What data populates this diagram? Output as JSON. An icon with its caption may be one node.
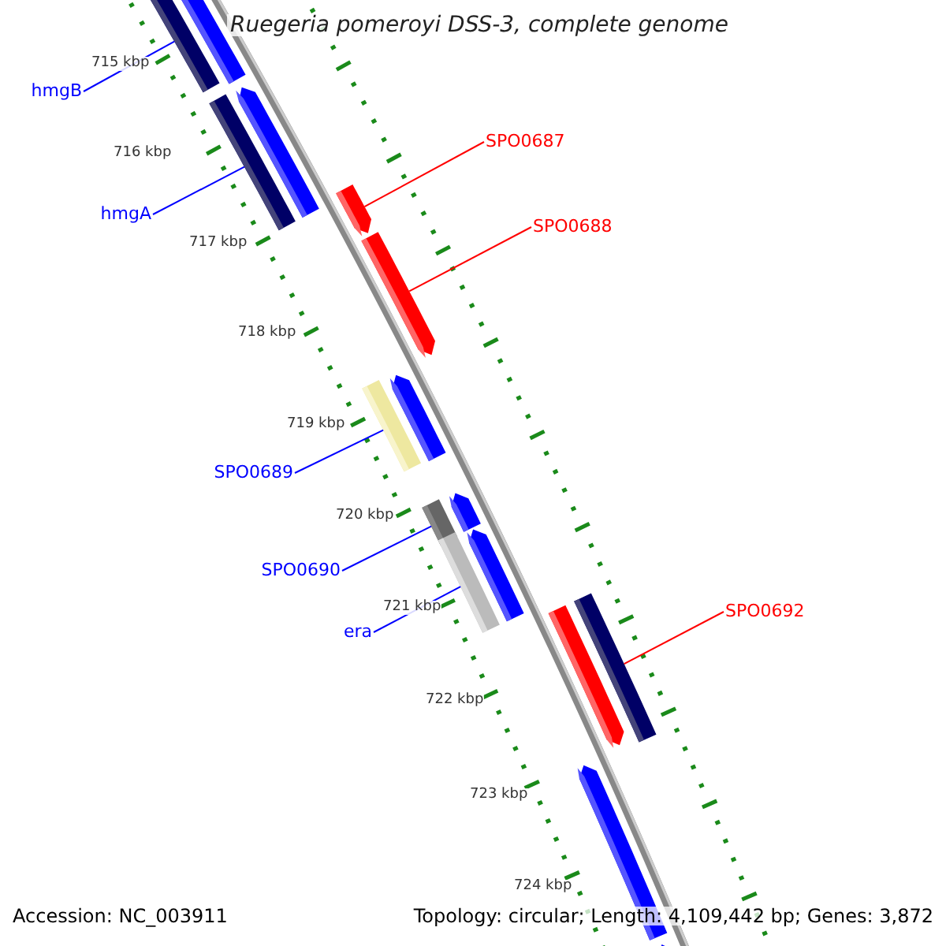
{
  "diagram": {
    "title": "Ruegeria pomeroyi DSS-3, complete genome",
    "nodes": [
      {
        "text": [
          "hmgB"
        ]
      },
      {
        "text": [
          "hmgA"
        ]
      },
      {
        "text": [
          "SPO0687"
        ]
      },
      {
        "text": [
          "SPO0688"
        ]
      },
      {
        "text": [
          "SPO0689"
        ]
      },
      {
        "text": [
          "SPO0690"
        ]
      },
      {
        "text": [
          "era"
        ]
      },
      {
        "text": [
          "SPO0692"
        ]
      },
      {
        "text": [],
        "shape": "bar"
      },
      {
        "text": [],
        "shape": "bar"
      },
      {
        "text": [],
        "shape": "bar"
      },
      {
        "text": [],
        "shape": "bar"
      },
      {
        "text": [],
        "shape": "bar"
      },
      {
        "text": [],
        "shape": "bar"
      },
      {
        "text": [],
        "shape": "bar"
      },
      {
        "text": [],
        "shape": "bar"
      },
      {
        "text": [],
        "shape": "bar"
      },
      {
        "text": [],
        "shape": "bar"
      },
      {
        "text": [],
        "shape": "bar"
      },
      {
        "text": [],
        "shape": "bar"
      },
      {
        "text": [],
        "shape": "bar"
      },
      {
        "text": [],
        "shape": "bar"
      },
      {
        "text": [],
        "shape": "bar"
      },
      {
        "text": [],
        "shape": "bar"
      }
    ],
    "edges": [
      {
        "from": 0,
        "to": 8,
        "arrow": "none"
      },
      {
        "from": 1,
        "to": 10,
        "arrow": "none"
      },
      {
        "from": 2,
        "to": 12,
        "arrow": "none",
        "color": "#ff0000"
      },
      {
        "from": 3,
        "to": 13,
        "arrow": "none",
        "color": "#ff0000"
      },
      {
        "from": 4,
        "to": 14,
        "arrow": "none"
      },
      {
        "from": 5,
        "to": 16,
        "arrow": "none"
      },
      {
        "from": 6,
        "to": 18,
        "arrow": "none"
      },
      {
        "from": 7,
        "to": 21,
        "arrow": "none",
        "color": "#ff0000"
      }
    ],
    "labels": [
      "715 kbp",
      "716 kbp",
      "717 kbp",
      "718 kbp",
      "719 kbp",
      "720 kbp",
      "721 kbp",
      "722 kbp",
      "723 kbp",
      "724 kbp",
      "Accession: NC_003911",
      "Topology: circular; Length: 4,109,442 bp; Genes: 3,872"
    ]
  }
}
